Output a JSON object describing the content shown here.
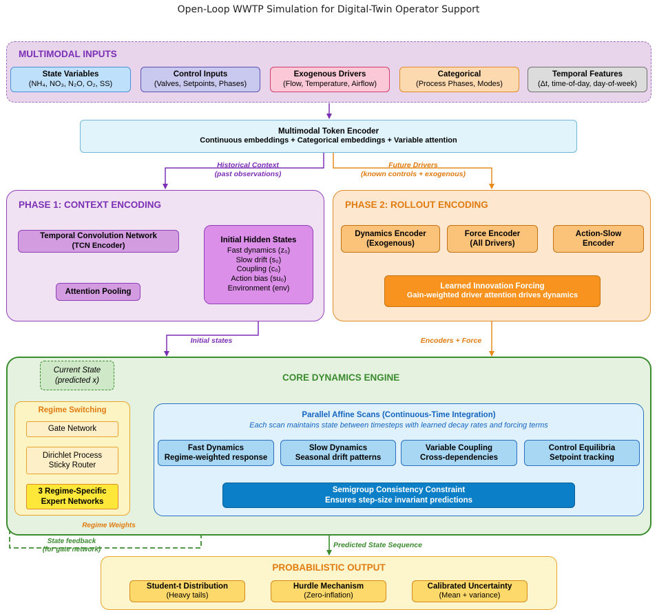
{
  "title": "Open-Loop WWTP Simulation for Digital-Twin Operator Support",
  "inputs": {
    "heading": "MULTIMODAL INPUTS",
    "items": [
      {
        "title": "State Variables",
        "sub": "(NH₄, NO₃, N₂O, O₂, SS)"
      },
      {
        "title": "Control Inputs",
        "sub": "(Valves, Setpoints, Phases)"
      },
      {
        "title": "Exogenous Drivers",
        "sub": "(Flow, Temperature, Airflow)"
      },
      {
        "title": "Categorical",
        "sub": "(Process Phases, Modes)"
      },
      {
        "title": "Temporal Features",
        "sub": "(Δt, time-of-day, day-of-week)"
      }
    ]
  },
  "encoder": {
    "line1": "Multimodal Token Encoder",
    "line2": "Continuous embeddings + Categorical embeddings + Variable attention"
  },
  "flow_labels": {
    "historical": "Historical Context",
    "historical_sub": "(past observations)",
    "future": "Future Drivers",
    "future_sub": "(known controls + exogenous)",
    "initial_states": "Initial states",
    "encoders_force": "Encoders + Force",
    "predicted_sequence": "Predicted State Sequence",
    "regime_weights": "Regime Weights",
    "state_feedback": "State feedback",
    "state_feedback_sub": "(for gate network)"
  },
  "phase1": {
    "heading": "PHASE 1: CONTEXT ENCODING",
    "tcn_line1": "Temporal Convolution Network",
    "tcn_line2": "(TCN Encoder)",
    "attention": "Attention Pooling",
    "hidden_title": "Initial Hidden States",
    "hidden_items": [
      "Fast dynamics (z₀)",
      "Slow drift (s₀)",
      "Coupling (c₀)",
      "Action bias (su₀)",
      "Environment (env)"
    ]
  },
  "phase2": {
    "heading": "PHASE 2: ROLLOUT ENCODING",
    "encoders": [
      {
        "line1": "Dynamics Encoder",
        "line2": "(Exogenous)"
      },
      {
        "line1": "Force Encoder",
        "line2": "(All Drivers)"
      },
      {
        "line1": "Action-Slow",
        "line2": "Encoder"
      }
    ],
    "forcing_line1": "Learned Innovation Forcing",
    "forcing_line2": "Gain-weighted driver attention drives dynamics"
  },
  "core": {
    "heading": "CORE DYNAMICS ENGINE",
    "current_state": "Current State",
    "current_state_sub": "(predicted x)",
    "regime_heading": "Regime Switching",
    "gate": "Gate Network",
    "dirichlet_line1": "Dirichlet Process",
    "dirichlet_line2": "Sticky Router",
    "experts_line1": "3 Regime-Specific",
    "experts_line2": "Expert Networks",
    "scans_title": "Parallel Affine Scans (Continuous-Time Integration)",
    "scans_sub": "Each scan maintains state between timesteps with learned decay rates and forcing terms",
    "scans": [
      {
        "line1": "Fast Dynamics",
        "line2": "Regime-weighted response"
      },
      {
        "line1": "Slow Dynamics",
        "line2": "Seasonal drift patterns"
      },
      {
        "line1": "Variable Coupling",
        "line2": "Cross-dependencies"
      },
      {
        "line1": "Control Equilibria",
        "line2": "Setpoint tracking"
      }
    ],
    "semigroup_line1": "Semigroup Consistency Constraint",
    "semigroup_line2": "Ensures step-size invariant predictions"
  },
  "output": {
    "heading": "PROBABILISTIC OUTPUT",
    "items": [
      {
        "title": "Student-t Distribution",
        "sub": "(Heavy tails)"
      },
      {
        "title": "Hurdle Mechanism",
        "sub": "(Zero-inflation)"
      },
      {
        "title": "Calibrated Uncertainty",
        "sub": "(Mean + variance)"
      }
    ]
  },
  "colors": {
    "purple": "#7b2fb5",
    "orange": "#e07b10",
    "green": "#3a8a2e",
    "blue": "#1565c0"
  }
}
